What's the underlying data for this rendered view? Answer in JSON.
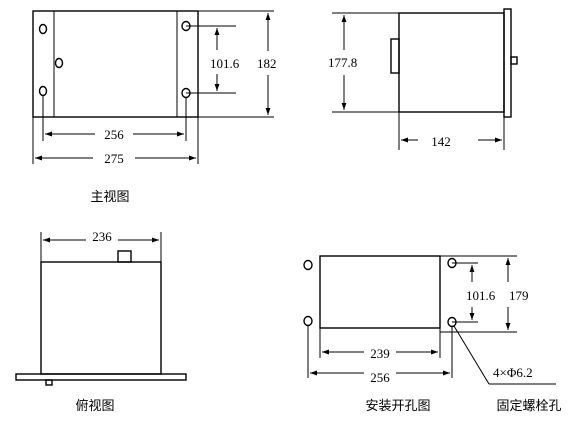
{
  "front_view": {
    "caption": "主视图",
    "dim_hole_spacing_v": "101.6",
    "dim_height": "182",
    "dim_hole_spacing_h": "256",
    "dim_width": "275"
  },
  "side_view": {
    "dim_height": "177.8",
    "dim_depth": "142"
  },
  "top_view": {
    "caption": "俯视图",
    "dim_width": "236"
  },
  "mounting_view": {
    "caption": "安装开孔图",
    "dim_hole_spacing_v": "101.6",
    "dim_height": "179",
    "dim_cutout_width": "239",
    "dim_hole_spacing_h": "256",
    "hole_spec": "4×Φ6.2",
    "hole_label": "固定螺栓孔"
  }
}
